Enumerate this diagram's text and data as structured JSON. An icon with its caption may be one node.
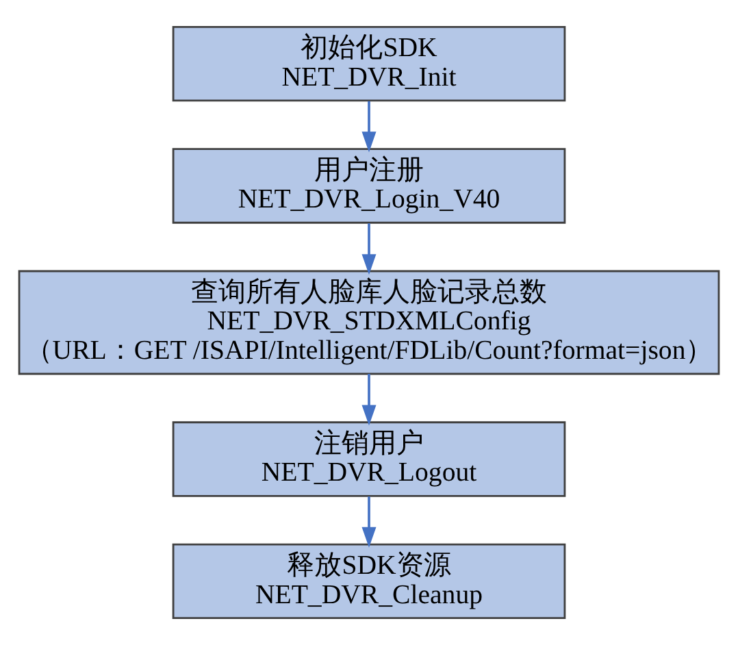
{
  "diagram": {
    "nodes": [
      {
        "text": [
          "初始化SDK",
          "NET_DVR_Init"
        ]
      },
      {
        "text": [
          "用户注册",
          "NET_DVR_Login_V40"
        ]
      },
      {
        "text": [
          "查询所有人脸库人脸记录总数",
          "NET_DVR_STDXMLConfig",
          "（URL：GET /ISAPI/Intelligent/FDLib/Count?format=json）"
        ]
      },
      {
        "text": [
          "注销用户",
          "NET_DVR_Logout"
        ]
      },
      {
        "text": [
          "释放SDK资源",
          "NET_DVR_Cleanup"
        ]
      }
    ],
    "edges": [
      {
        "from": 0,
        "to": 1,
        "arrow": "to"
      },
      {
        "from": 1,
        "to": 2,
        "arrow": "to"
      },
      {
        "from": 2,
        "to": 3,
        "arrow": "to"
      },
      {
        "from": 3,
        "to": 4,
        "arrow": "to"
      }
    ]
  }
}
